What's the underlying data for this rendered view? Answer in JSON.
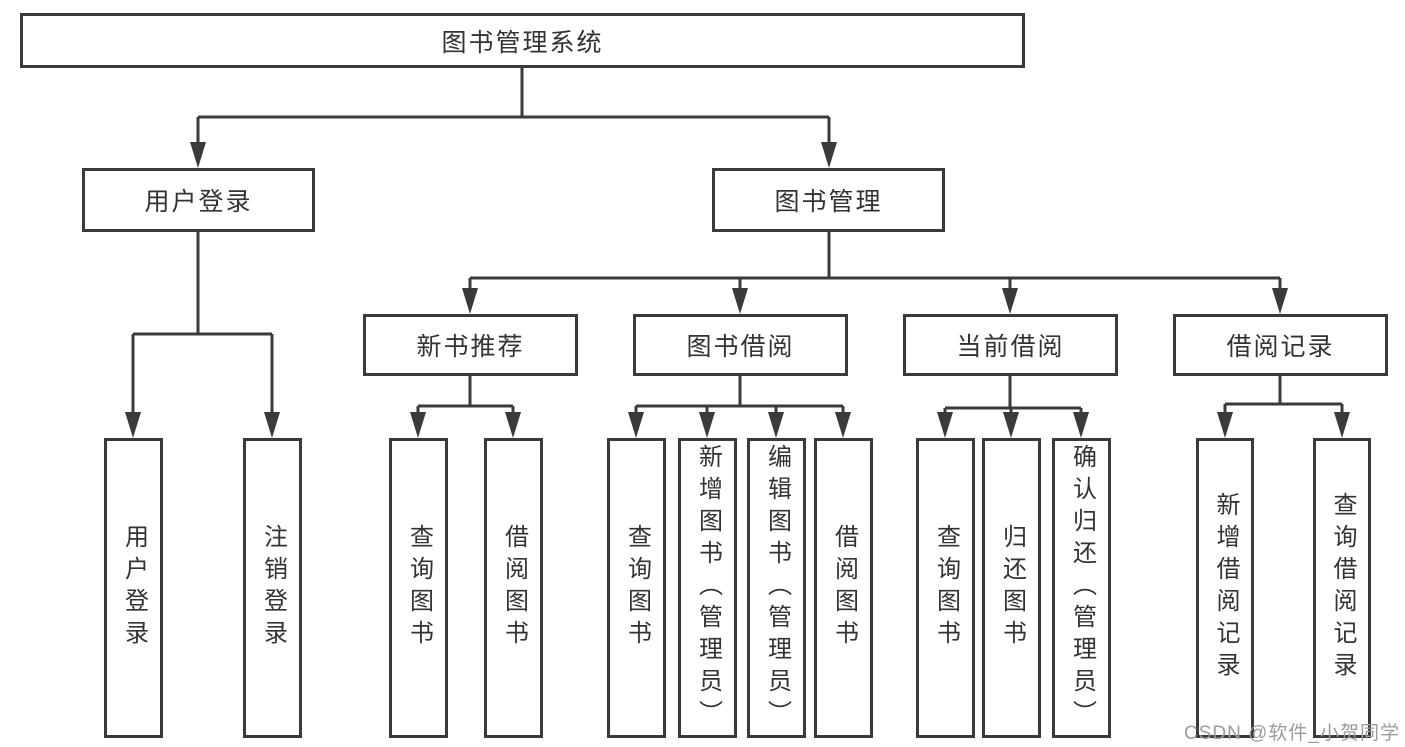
{
  "diagram": {
    "root": {
      "label": "图书管理系统"
    },
    "level1": [
      {
        "label": "用户登录"
      },
      {
        "label": "图书管理"
      }
    ],
    "level2": [
      {
        "label": "新书推荐"
      },
      {
        "label": "图书借阅"
      },
      {
        "label": "当前借阅"
      },
      {
        "label": "借阅记录"
      }
    ],
    "leaves": {
      "user": [
        {
          "label": "用户登录"
        },
        {
          "label": "注销登录"
        }
      ],
      "recommend": [
        {
          "label": "查询图书"
        },
        {
          "label": "借阅图书"
        }
      ],
      "borrow": [
        {
          "label": "查询图书"
        },
        {
          "label": "新增图书（管理员）"
        },
        {
          "label": "编辑图书（管理员）"
        },
        {
          "label": "借阅图书"
        }
      ],
      "current": [
        {
          "label": "查询图书"
        },
        {
          "label": "归还图书"
        },
        {
          "label": "确认归还（管理员）"
        }
      ],
      "record": [
        {
          "label": "新增借阅记录"
        },
        {
          "label": "查询借阅记录"
        }
      ]
    }
  },
  "watermark": {
    "text": "CSDN @软件_小贺同学"
  },
  "colors": {
    "line": "#3a3a3a",
    "text": "#333333",
    "background": "#ffffff",
    "watermark": "#9c9c9c"
  }
}
